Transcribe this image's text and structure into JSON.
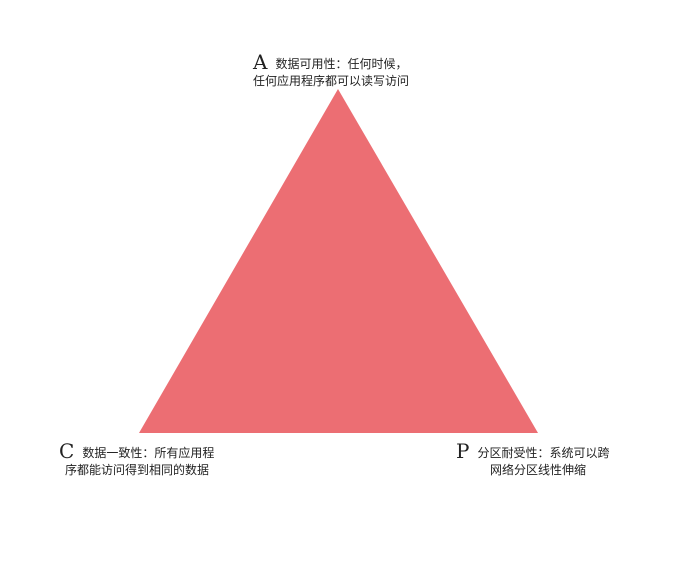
{
  "colors": {
    "triangle_fill": "#EC6E73",
    "text": "#222222",
    "background": "#FFFFFF"
  },
  "vertices": {
    "a": {
      "letter": "A",
      "line1": "数据可用性：任何时候，",
      "line2": "任何应用程序都可以读写访问"
    },
    "c": {
      "letter": "C",
      "line1": "数据一致性：所有应用程",
      "line2": "序都能访问得到相同的数据"
    },
    "p": {
      "letter": "P",
      "line1": "分区耐受性：系统可以跨",
      "line2": "网络分区线性伸缩"
    }
  }
}
